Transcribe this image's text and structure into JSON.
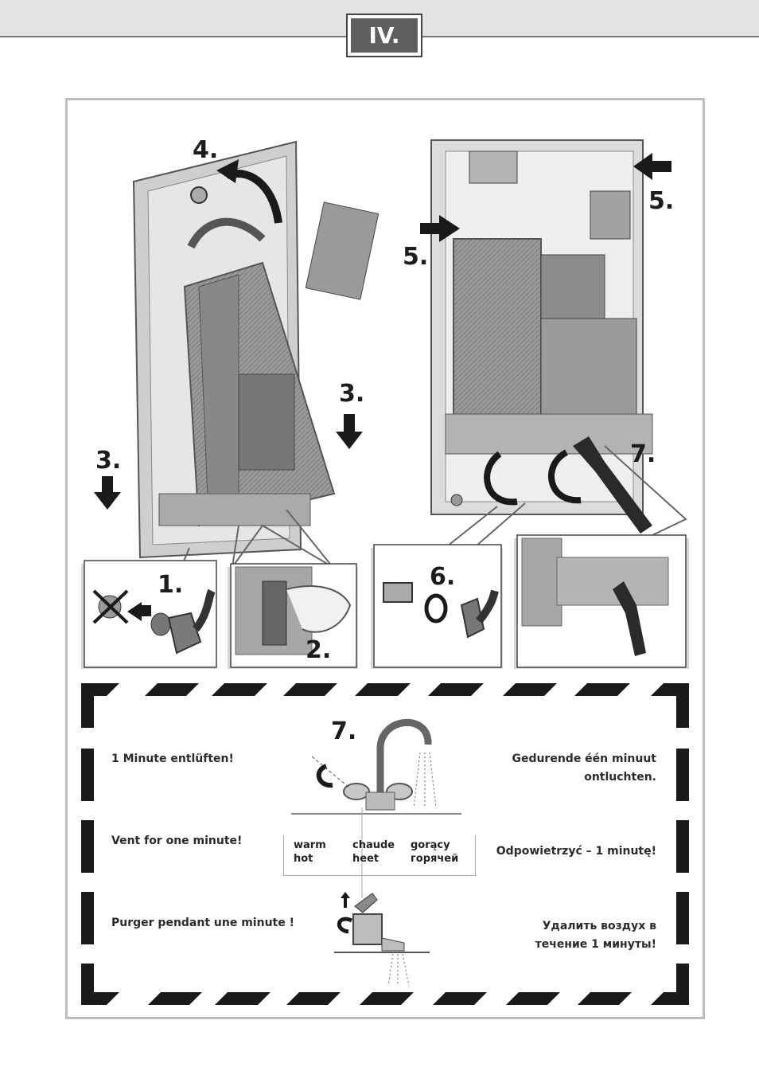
{
  "section": {
    "label": "IV."
  },
  "steps": {
    "s1": "1.",
    "s2": "2.",
    "s3_left": "3.",
    "s3_right": "3.",
    "s4": "4.",
    "s5_left": "5.",
    "s5_right": "5.",
    "s6": "6.",
    "s7_wrench": "7.",
    "s7_vent": "7."
  },
  "vent_texts": {
    "de": "1 Minute entlüften!",
    "en": "Vent for one minute!",
    "fr": "Purger pendant une minute !",
    "nl_line1": "Gedurende één minuut",
    "nl_line2": "ontluchten.",
    "pl": "Odpowietrzyć – 1 minutę!",
    "ru_line1": "Удалить воздух в",
    "ru_line2": "течение 1 минуты!"
  },
  "legend": {
    "col1": [
      "warm",
      "hot"
    ],
    "col2": [
      "chaude",
      "heet"
    ],
    "col3": [
      "gorący",
      "горячей"
    ]
  },
  "colors": {
    "frame": "#bdbdbd",
    "badge": "#5e5e5e",
    "stripe": "#1a1a1a",
    "device": "#8a8a8a"
  }
}
